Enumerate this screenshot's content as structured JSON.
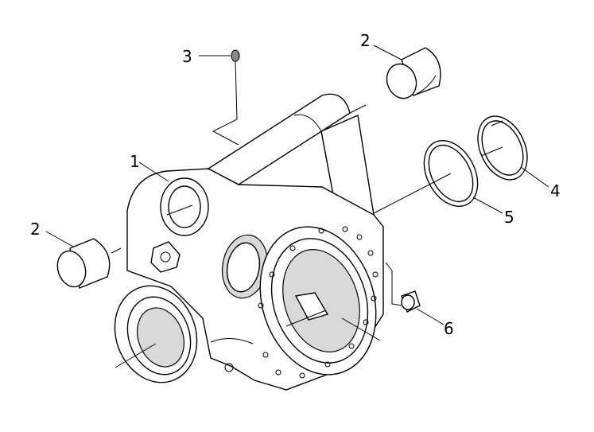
{
  "callouts": [
    {
      "id": "c3",
      "label": "3"
    },
    {
      "id": "c2a",
      "label": "2"
    },
    {
      "id": "c1",
      "label": "1"
    },
    {
      "id": "c2b",
      "label": "2"
    },
    {
      "id": "c4",
      "label": "4"
    },
    {
      "id": "c5",
      "label": "5"
    },
    {
      "id": "c6",
      "label": "6"
    }
  ]
}
